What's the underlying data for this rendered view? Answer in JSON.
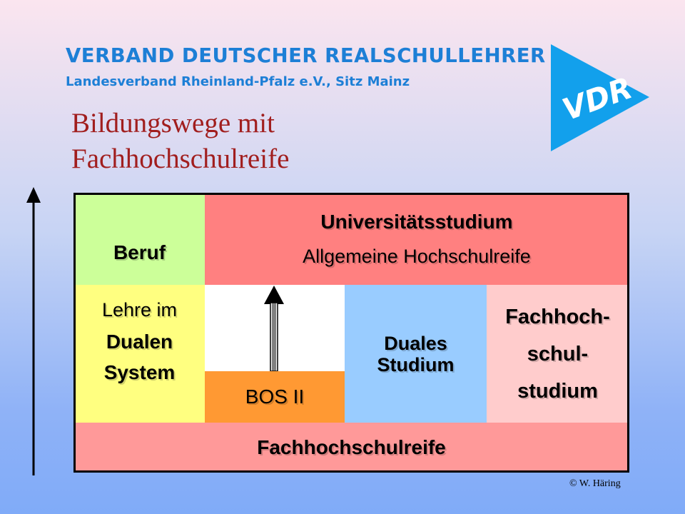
{
  "header": {
    "org_name": "VERBAND DEUTSCHER REALSCHULLEHRER",
    "org_subtitle": "Landesverband Rheinland-Pfalz e.V., Sitz Mainz",
    "logo_text": "VDR"
  },
  "title": {
    "line1": "Bildungswege mit",
    "line2": "Fachhochschulreife"
  },
  "diagram": {
    "beruf": "Beruf",
    "universitaet": "Universitätsstudium",
    "allg_hochschulreife": "Allgemeine Hochschulreife",
    "lehre_lines": [
      "Lehre im",
      "Dualen",
      "System"
    ],
    "bos": "BOS II",
    "duales_lines": [
      "Duales",
      "Studium"
    ],
    "fh_lines": [
      "Fachhoch-",
      "schul-",
      "studium"
    ],
    "fachhochschulreife": "Fachhochschulreife"
  },
  "footer": {
    "copyright": "© W. Häring"
  },
  "colors": {
    "beruf": "#ccff99",
    "universitaet": "#ff8080",
    "lehre": "#ffff80",
    "bos": "#ff9933",
    "duales": "#99ccff",
    "fh_studium": "#ffcccc",
    "fachhochschulreife": "#ff9999",
    "title": "#a11e1e",
    "org_text": "#1d7fd6",
    "logo": "#12a0ec"
  }
}
